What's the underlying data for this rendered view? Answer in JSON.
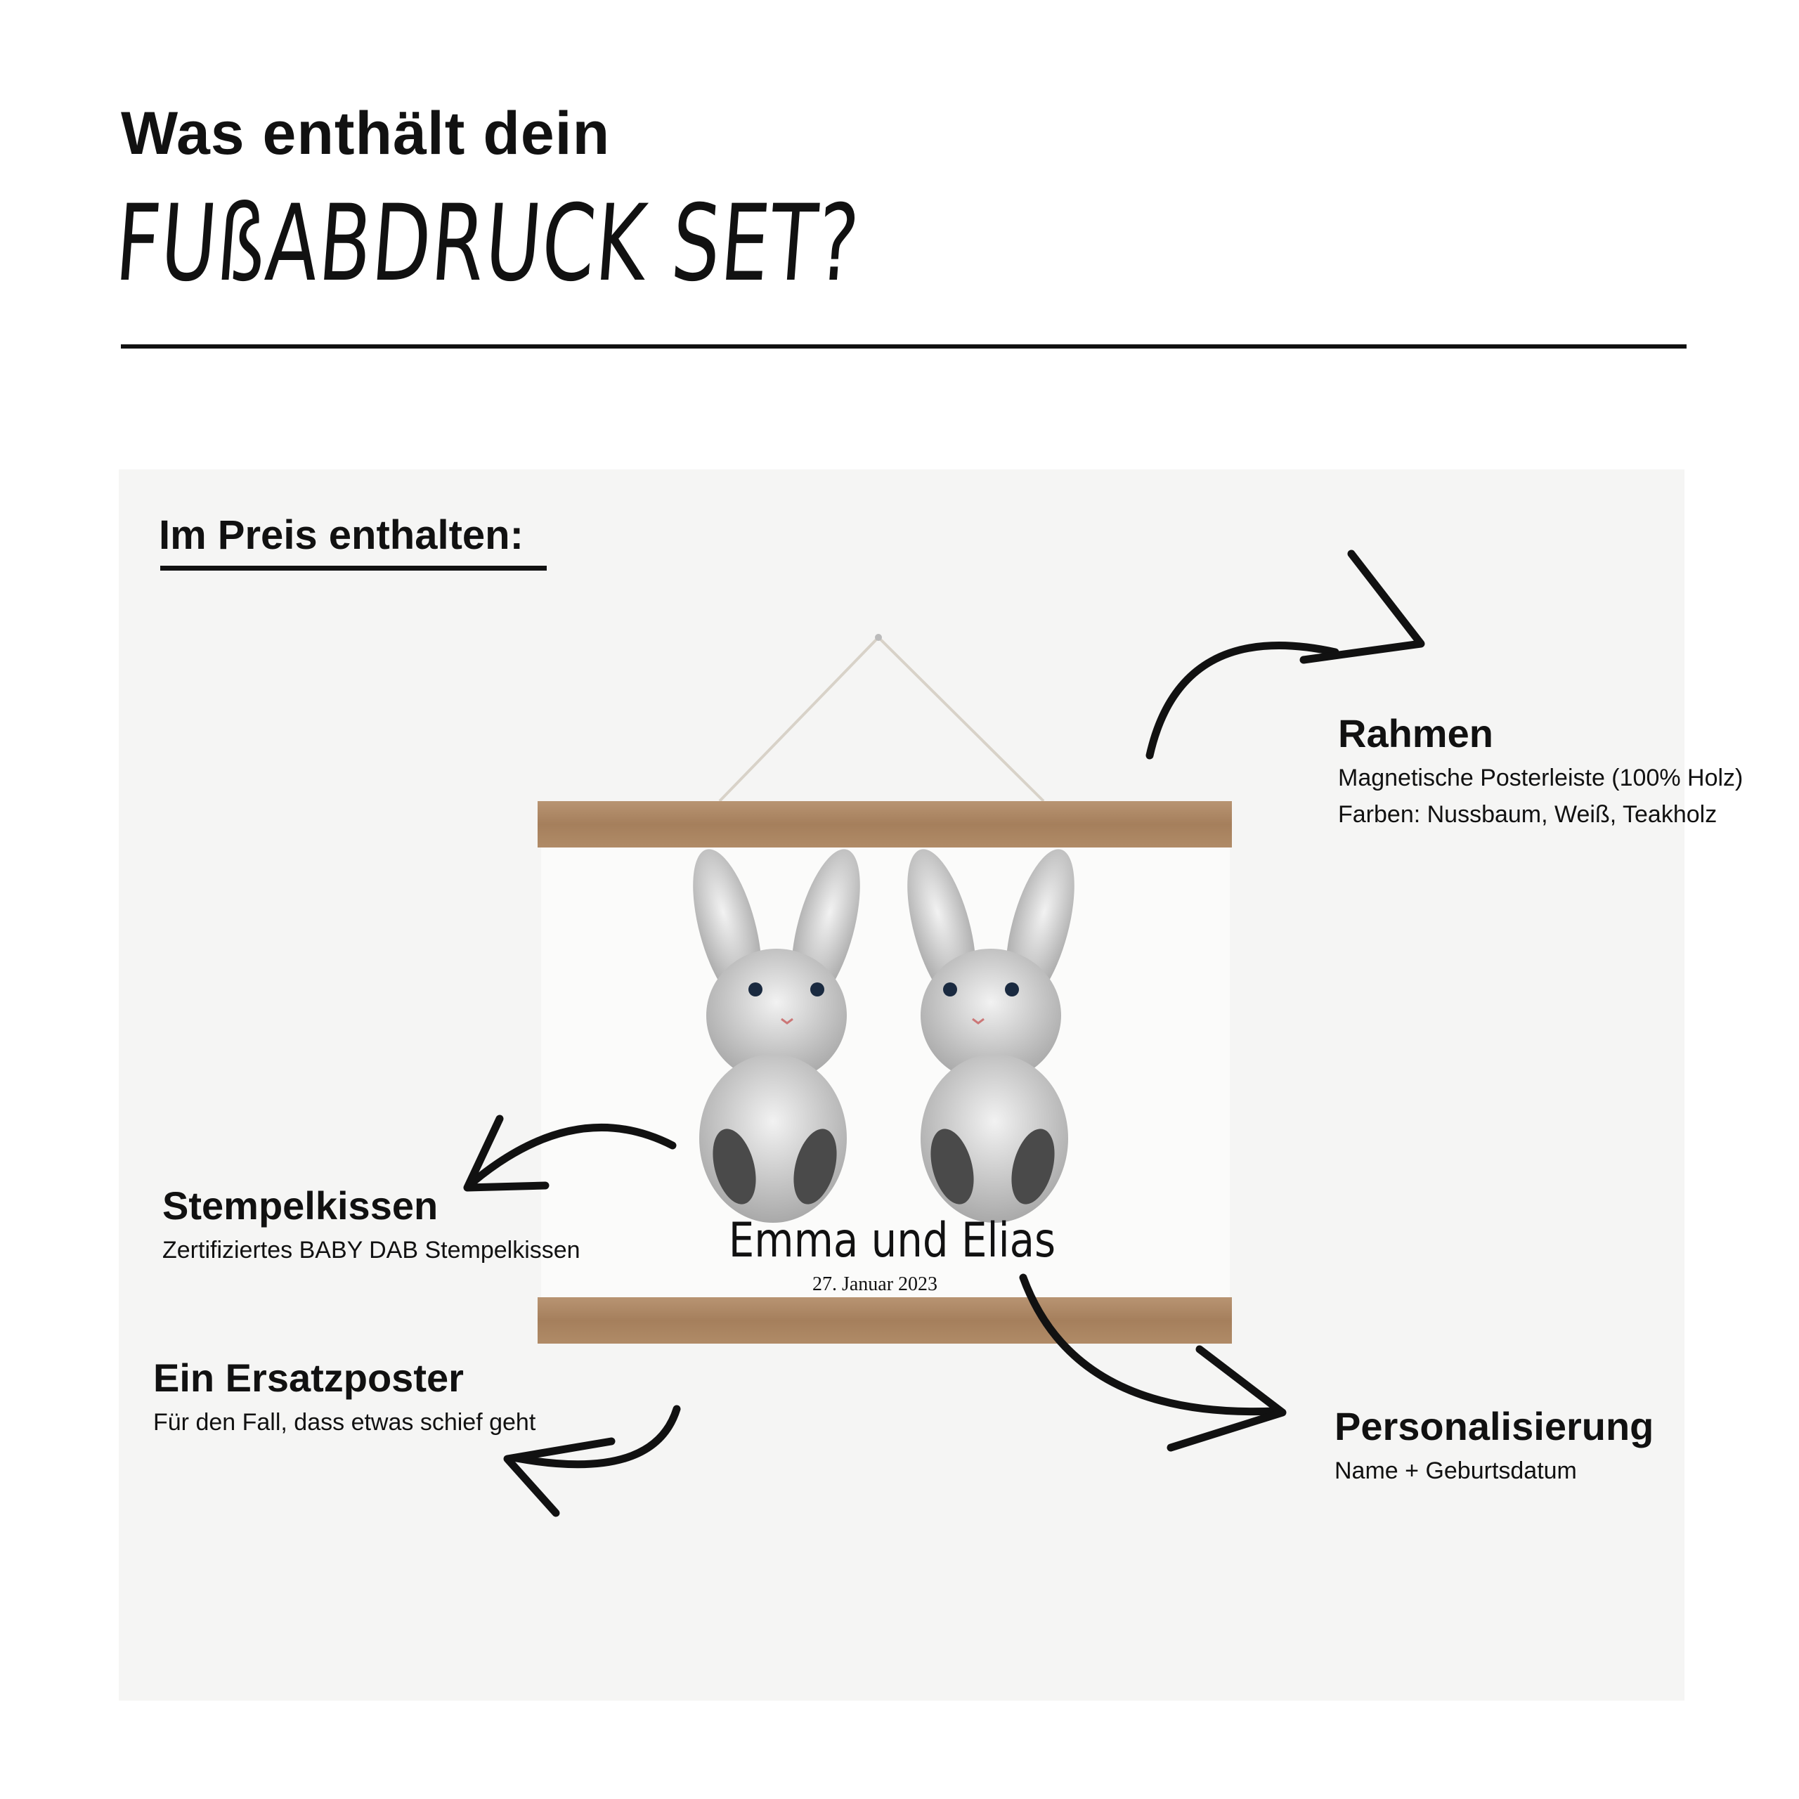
{
  "header": {
    "line1": "Was enthält dein",
    "line2": "FUßABDRUCK SET?"
  },
  "panel": {
    "heading": "Im Preis enthalten:"
  },
  "poster": {
    "name": "Emma und Elias",
    "date": "27. Januar 2023"
  },
  "items": [
    {
      "title": "Rahmen",
      "lines": [
        "Magnetische Posterleiste (100% Holz)",
        "Farben: Nussbaum, Weiß, Teakholz"
      ]
    },
    {
      "title": "Stempelkissen",
      "lines": [
        "Zertifiziertes BABY DAB Stempelkissen"
      ]
    },
    {
      "title": "Ein Ersatzposter",
      "lines": [
        "Für den Fall, dass etwas schief geht"
      ]
    },
    {
      "title": "Personalisierung",
      "lines": [
        "Name + Geburtsdatum"
      ]
    }
  ]
}
